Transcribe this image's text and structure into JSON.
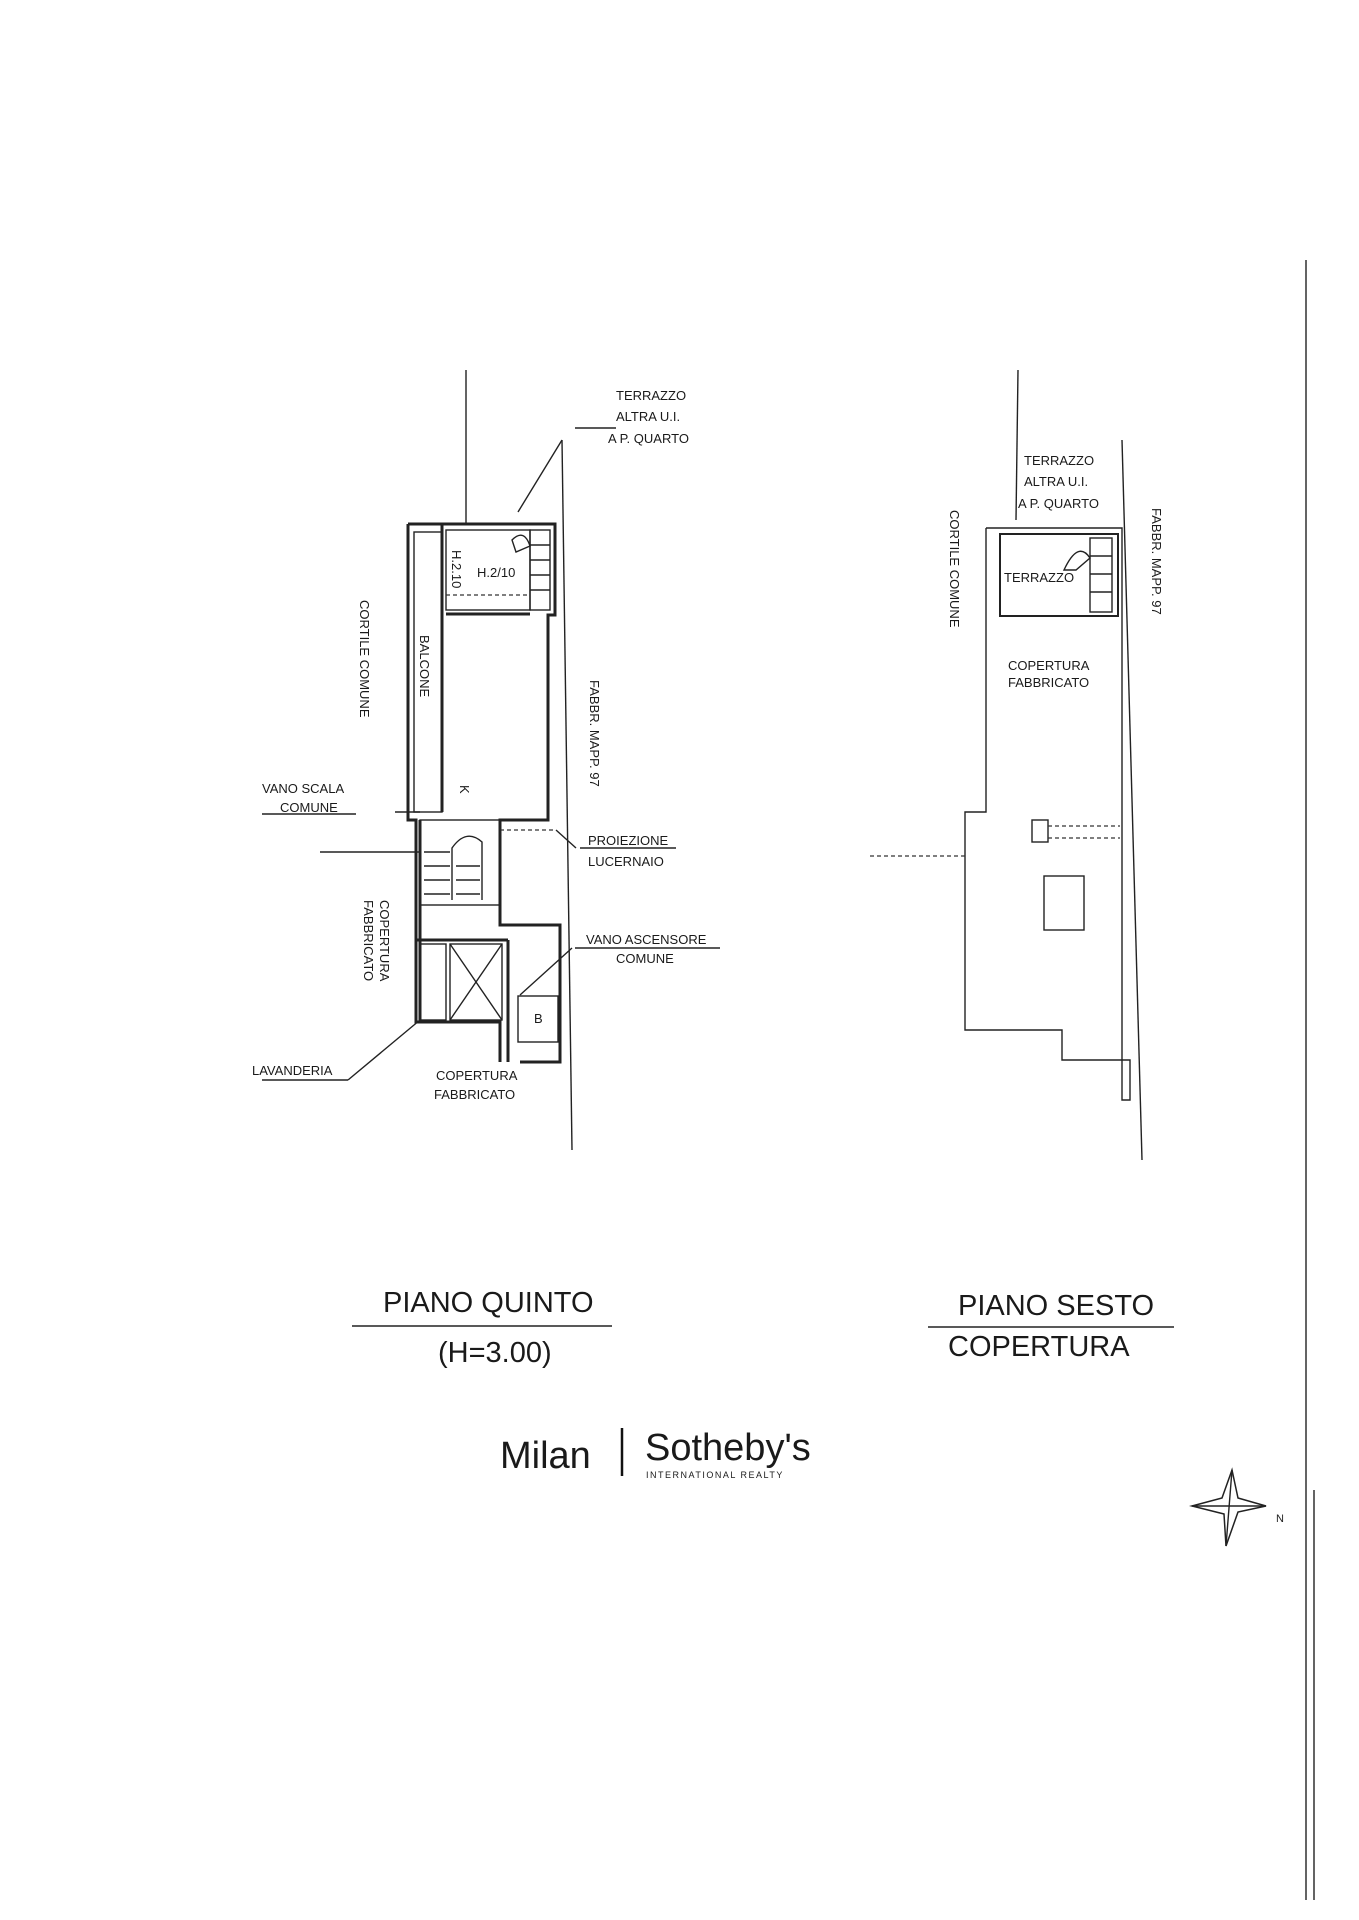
{
  "plan_left": {
    "labels": {
      "terrazzo": "TERRAZZO",
      "altra_ui": "ALTRA U.I.",
      "ap_quarto": "A P. QUARTO",
      "h210_vertical": "H.2.10",
      "h210": "H.2/10",
      "cortile_comune": "CORTILE COMUNE",
      "balcone": "BALCONE",
      "fabbr_mapp": "FABBR. MAPP. 97",
      "k": "K",
      "vano_scala": "VANO SCALA",
      "vano_scala_comune": "COMUNE",
      "proiezione": "PROIEZIONE",
      "lucernaio": "LUCERNAIO",
      "copertura_fabbricato_v1": "COPERTURA",
      "copertura_fabbricato_v2": "FABBRICATO",
      "vano_ascensore": "VANO ASCENSORE",
      "vano_ascensore_comune": "COMUNE",
      "b": "B",
      "lavanderia": "LAVANDERIA",
      "copertura": "COPERTURA",
      "fabbricato": "FABBRICATO"
    },
    "title": "PIANO QUINTO",
    "subtitle": "(H=3.00)"
  },
  "plan_right": {
    "labels": {
      "terrazzo": "TERRAZZO",
      "altra_ui": "ALTRA U.I.",
      "ap_quarto": "A P. QUARTO",
      "cortile_comune": "CORTILE COMUNE",
      "fabbr_mapp": "FABBR. MAPP. 97",
      "terrazzo_room": "TERRAZZO",
      "copertura": "COPERTURA",
      "fabbricato": "FABBRICATO"
    },
    "title": "PIANO SESTO",
    "subtitle": "COPERTURA"
  },
  "logo": {
    "city": "Milan",
    "brand": "Sotheby's",
    "tagline": "INTERNATIONAL REALTY"
  },
  "compass": {
    "north_letter": "N"
  }
}
